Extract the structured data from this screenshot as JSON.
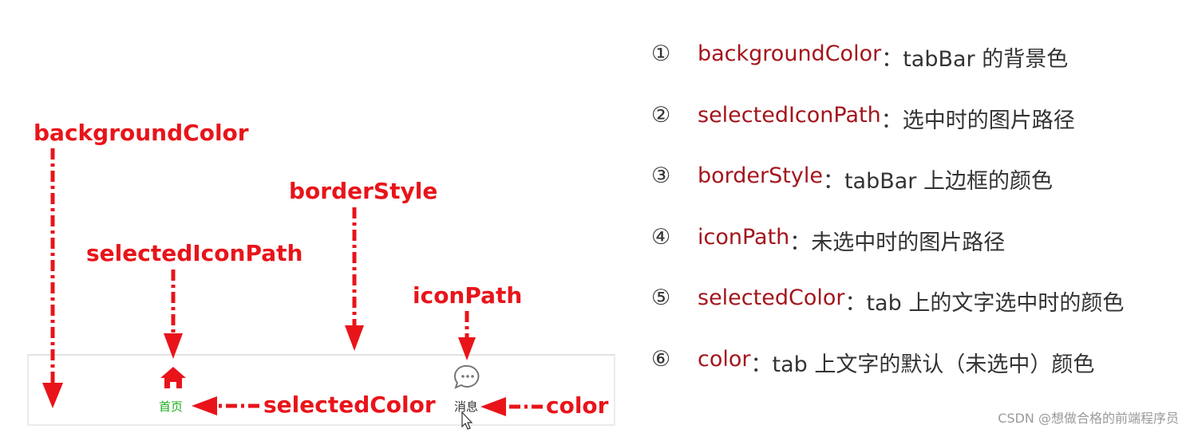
{
  "diagram": {
    "callouts": {
      "backgroundColor": "backgroundColor",
      "borderStyle": "borderStyle",
      "selectedIconPath": "selectedIconPath",
      "iconPath": "iconPath",
      "selectedColor": "selectedColor",
      "color": "color"
    },
    "tabbar": {
      "tabs": [
        {
          "label": "首页",
          "icon": "home-icon",
          "selected": true,
          "label_color": "#1aad19",
          "icon_color": "#e8141a"
        },
        {
          "label": "消息",
          "icon": "message-icon",
          "selected": false,
          "label_color": "#333333",
          "icon_color": "#777777"
        }
      ]
    },
    "accent_color": "#e8141a"
  },
  "legend": {
    "items": [
      {
        "num": "①",
        "prop": "backgroundColor",
        "sep": "：",
        "desc": "tabBar 的背景色"
      },
      {
        "num": "②",
        "prop": "selectedIconPath",
        "sep": "：",
        "desc": "选中时的图片路径"
      },
      {
        "num": "③",
        "prop": "borderStyle",
        "sep": "：",
        "desc": "tabBar 上边框的颜色"
      },
      {
        "num": "④",
        "prop": "iconPath",
        "sep": "：",
        "desc": "未选中时的图片路径"
      },
      {
        "num": "⑤",
        "prop": "selectedColor",
        "sep": "：",
        "desc": "tab 上的文字选中时的颜色"
      },
      {
        "num": "⑥",
        "prop": "color",
        "sep": "：",
        "desc": "tab 上文字的默认（未选中）颜色"
      }
    ],
    "prop_color": "#a3151c"
  },
  "watermark": "CSDN @想做合格的前端程序员"
}
